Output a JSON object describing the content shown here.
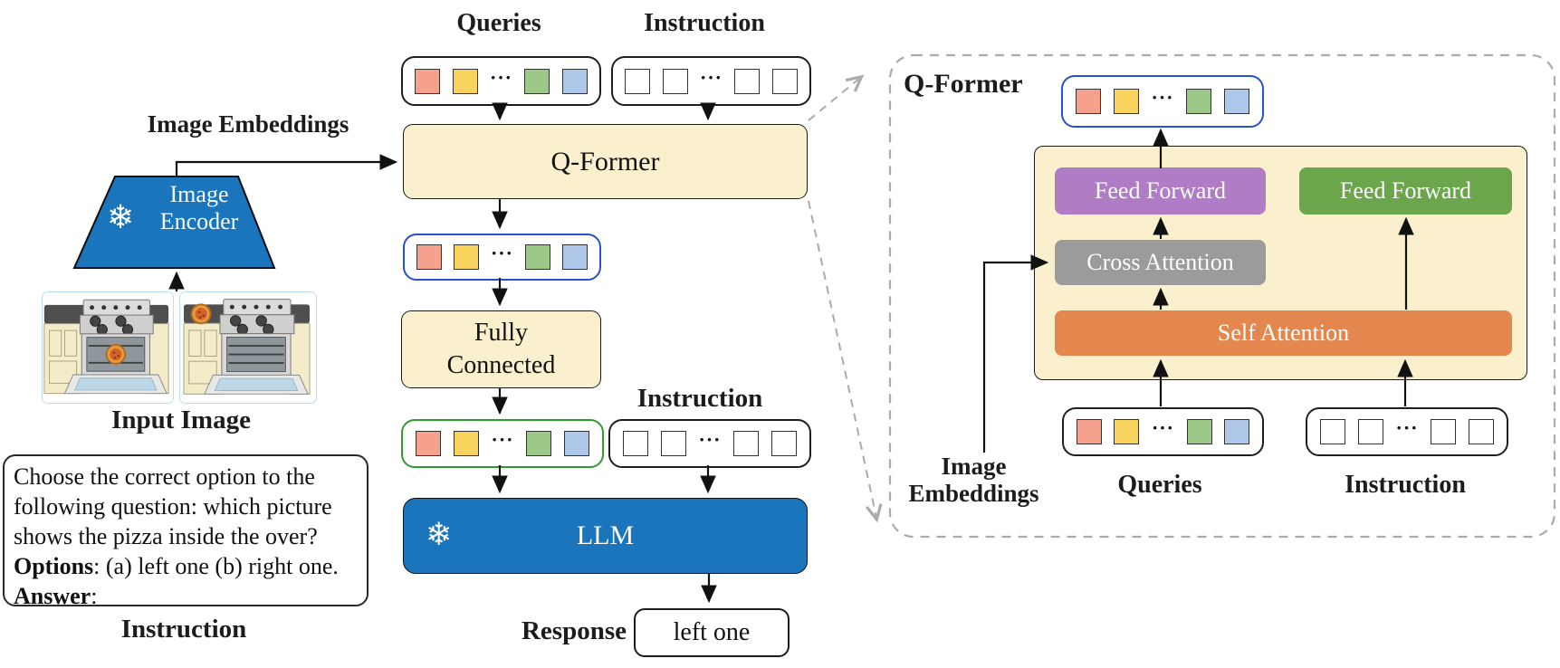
{
  "colors": {
    "accent_blue": "#1B75BC",
    "cream": "#FBF0CE",
    "royal_blue_border": "#2850C8",
    "green_border": "#2D9B2D",
    "purple": "#AF7CC5",
    "gray_block": "#9B9B9B",
    "orange": "#E3874F",
    "green_block": "#6CA64C",
    "dashed_gray": "#ABABAB"
  },
  "tokens": {
    "query_colors": [
      "#F6A18D",
      "#F8D35E",
      "#9CC987",
      "#AFC7E8"
    ],
    "instruction_colors": [
      "#FFFFFF",
      "#FFFFFF",
      "#FFFFFF",
      "#FFFFFF"
    ],
    "ellipsis": "···"
  },
  "main": {
    "queries_label": "Queries",
    "instruction_label": "Instruction",
    "image_embeddings_label": "Image Embeddings",
    "qformer_label": "Q-Former",
    "snowflake_icon": "❄",
    "image_encoder_line1": "Image",
    "image_encoder_line2": "Encoder",
    "input_image_label": "Input Image",
    "fully_connected_line1": "Fully",
    "fully_connected_line2": "Connected",
    "instruction_label_mid": "Instruction",
    "llm_label": "LLM",
    "response_label": "Response",
    "response_value": "left one",
    "instruction_box": {
      "line1": "Choose the correct option to the",
      "line2": "following question: which picture",
      "line3": "shows the pizza inside the over?",
      "options_bold": "Options",
      "options_rest": ": (a) left one (b) right one.",
      "answer_bold": "Answer",
      "answer_rest": ":",
      "caption": "Instruction"
    }
  },
  "panel": {
    "title": "Q-Former",
    "feed_forward_left": "Feed Forward",
    "feed_forward_right": "Feed Forward",
    "cross_attention": "Cross Attention",
    "self_attention": "Self Attention",
    "image_embeddings_line1": "Image",
    "image_embeddings_line2": "Embeddings",
    "queries_label": "Queries",
    "instruction_label": "Instruction"
  }
}
